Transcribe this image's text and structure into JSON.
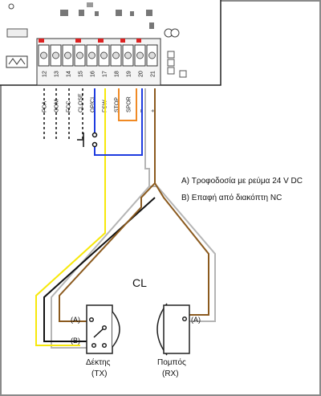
{
  "terminals": [
    {
      "num": "12",
      "label": "FCA"
    },
    {
      "num": "13",
      "label": "COM"
    },
    {
      "num": "14",
      "label": "FCC"
    },
    {
      "num": "15",
      "label": "CLOSE"
    },
    {
      "num": "16",
      "label": "OP/CL"
    },
    {
      "num": "17",
      "label": "FSW"
    },
    {
      "num": "18",
      "label": "STOP"
    },
    {
      "num": "19",
      "label": "SPOR"
    },
    {
      "num": "20",
      "label": "–"
    },
    {
      "num": "21",
      "label": "+"
    }
  ],
  "legend": {
    "a": "A) Τροφοδοσία με ρεύμα 24 V DC",
    "b": "B) Επαφή από διακόπτη NC"
  },
  "device_label": "CL",
  "tx": {
    "pin_a": "(A)",
    "pin_b": "(B)",
    "name": "Δέκτης",
    "code": "(TX)"
  },
  "rx": {
    "pin_a": "(A)",
    "name": "Πομπός",
    "code": "(RX)"
  },
  "colors": {
    "brown": "#8B5A1E",
    "gray": "#B5B5B5",
    "yellow": "#F7E80A",
    "blue": "#1E3CE0",
    "orange": "#F08A24",
    "black": "#111111",
    "border": "#8A8A8A"
  }
}
